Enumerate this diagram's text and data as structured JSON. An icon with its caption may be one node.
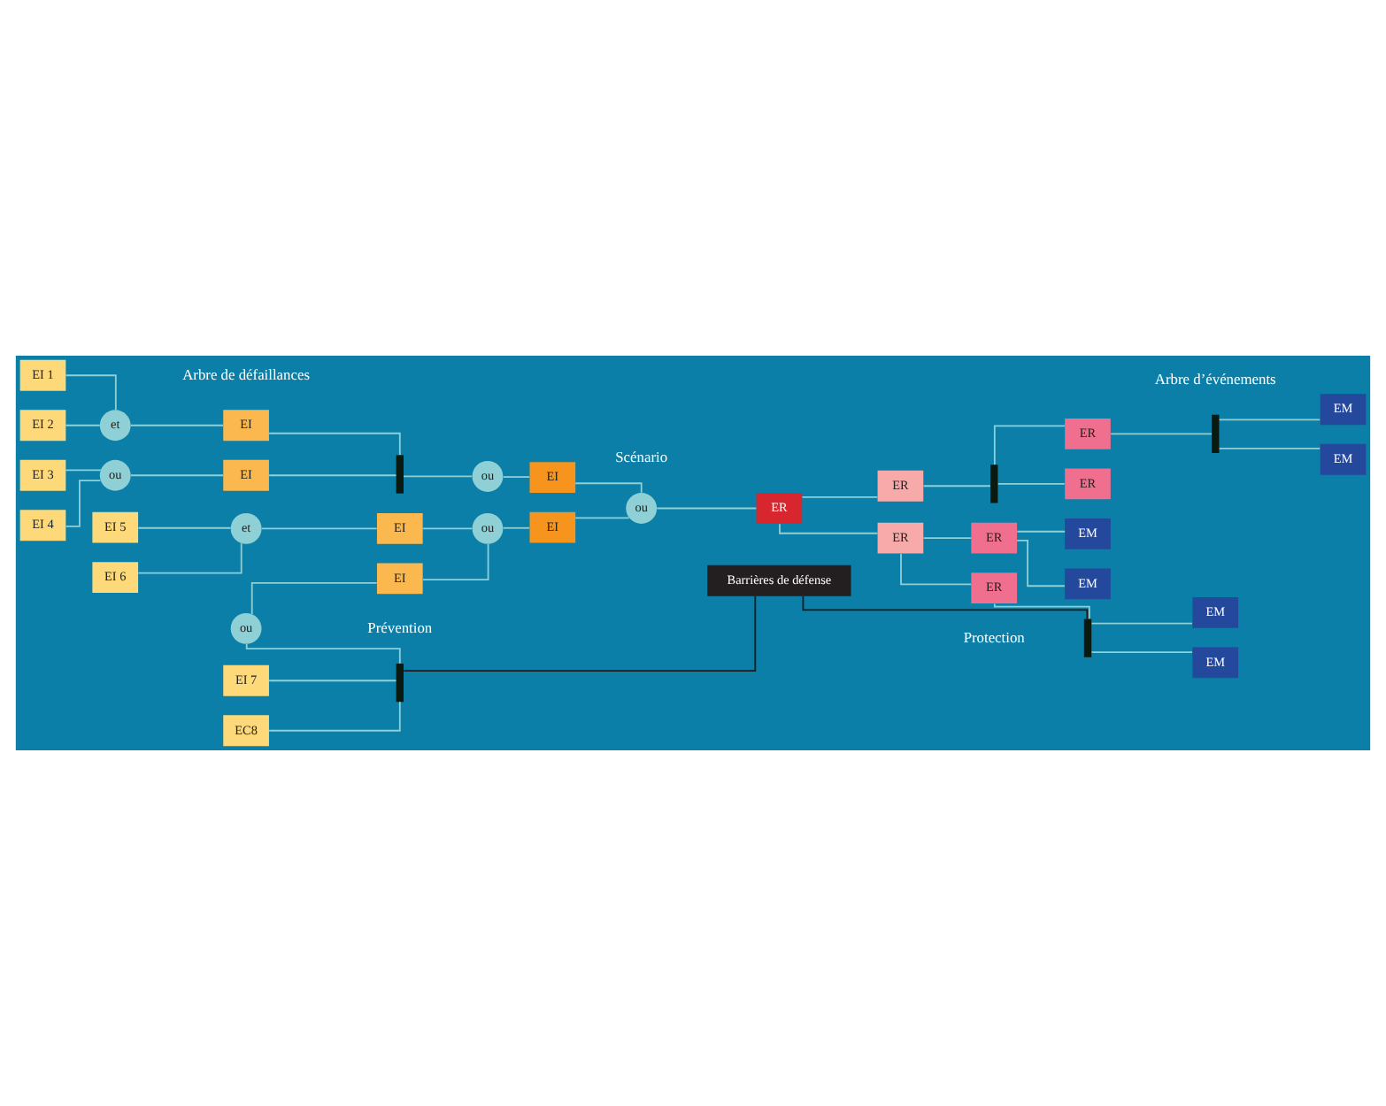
{
  "diagram": {
    "nodes": [
      {
        "text": [
          "EI 1"
        ]
      },
      {
        "text": [
          "EI 2"
        ]
      },
      {
        "text": [
          "et"
        ]
      },
      {
        "text": [
          "EI"
        ]
      },
      {
        "text": [
          "EI 3"
        ]
      },
      {
        "text": [
          "EI 4"
        ]
      },
      {
        "text": [
          "ou"
        ]
      },
      {
        "text": [
          "EI"
        ]
      },
      {
        "text": [
          "EI 5"
        ]
      },
      {
        "text": [
          "EI 6"
        ]
      },
      {
        "text": [
          "et"
        ]
      },
      {
        "text": [
          "EI"
        ]
      },
      {
        "text": [
          "EI 7"
        ]
      },
      {
        "text": [
          "EC8"
        ]
      },
      {
        "text": [
          "ou"
        ]
      },
      {
        "text": [
          "EI"
        ]
      },
      {
        "text": [
          "ou"
        ]
      },
      {
        "text": [
          "EI"
        ]
      },
      {
        "text": [
          "ou"
        ]
      },
      {
        "text": [
          "EI"
        ]
      },
      {
        "text": [
          "ou"
        ]
      },
      {
        "text": [
          "ER"
        ]
      },
      {
        "text": [
          "ER"
        ]
      },
      {
        "text": [
          "ER"
        ]
      },
      {
        "text": [
          "ER"
        ]
      },
      {
        "text": [
          "ER"
        ]
      },
      {
        "text": [
          "ER"
        ]
      },
      {
        "text": [
          "ER"
        ]
      },
      {
        "text": [
          "EM"
        ]
      },
      {
        "text": [
          "EM"
        ]
      },
      {
        "text": [
          "EM"
        ]
      },
      {
        "text": [
          "EM"
        ]
      },
      {
        "text": [
          "EM"
        ]
      },
      {
        "text": [
          "EM"
        ]
      },
      {
        "text": [],
        "shape": "bar"
      },
      {
        "text": [],
        "shape": "bar"
      },
      {
        "text": [],
        "shape": "bar"
      },
      {
        "text": [],
        "shape": "bar"
      },
      {
        "text": [],
        "shape": "bar"
      },
      {
        "text": [
          "Barrières de défense"
        ]
      }
    ],
    "edges": [
      {
        "from": 0,
        "to": 2,
        "arrow": "none"
      },
      {
        "from": 1,
        "to": 2,
        "arrow": "none"
      },
      {
        "from": 2,
        "to": 3,
        "arrow": "none"
      },
      {
        "from": 4,
        "to": 6,
        "arrow": "none"
      },
      {
        "from": 5,
        "to": 6,
        "arrow": "none"
      },
      {
        "from": 6,
        "to": 7,
        "arrow": "none"
      },
      {
        "from": 8,
        "to": 10,
        "arrow": "none"
      },
      {
        "from": 9,
        "to": 10,
        "arrow": "none"
      },
      {
        "from": 10,
        "to": 11,
        "arrow": "none"
      },
      {
        "from": 12,
        "to": 34,
        "arrow": "none"
      },
      {
        "from": 13,
        "to": 34,
        "arrow": "none"
      },
      {
        "from": 34,
        "to": 14,
        "arrow": "none"
      },
      {
        "from": 14,
        "to": 15,
        "arrow": "none"
      },
      {
        "from": 3,
        "to": 35,
        "arrow": "none"
      },
      {
        "from": 7,
        "to": 35,
        "arrow": "none"
      },
      {
        "from": 35,
        "to": 16,
        "arrow": "none"
      },
      {
        "from": 16,
        "to": 17,
        "arrow": "none"
      },
      {
        "from": 11,
        "to": 18,
        "arrow": "none"
      },
      {
        "from": 15,
        "to": 18,
        "arrow": "none"
      },
      {
        "from": 18,
        "to": 19,
        "arrow": "none"
      },
      {
        "from": 17,
        "to": 20,
        "arrow": "none"
      },
      {
        "from": 19,
        "to": 20,
        "arrow": "none"
      },
      {
        "from": 20,
        "to": 21,
        "arrow": "none"
      },
      {
        "from": 21,
        "to": 22,
        "arrow": "none"
      },
      {
        "from": 21,
        "to": 25,
        "arrow": "none"
      },
      {
        "from": 22,
        "to": 36,
        "arrow": "none"
      },
      {
        "from": 36,
        "to": 23,
        "arrow": "none"
      },
      {
        "from": 36,
        "to": 24,
        "arrow": "none"
      },
      {
        "from": 23,
        "to": 37,
        "arrow": "none"
      },
      {
        "from": 37,
        "to": 28,
        "arrow": "none"
      },
      {
        "from": 37,
        "to": 29,
        "arrow": "none"
      },
      {
        "from": 25,
        "to": 26,
        "arrow": "none"
      },
      {
        "from": 25,
        "to": 27,
        "arrow": "none"
      },
      {
        "from": 26,
        "to": 30,
        "arrow": "none"
      },
      {
        "from": 26,
        "to": 31,
        "arrow": "none"
      },
      {
        "from": 27,
        "to": 38,
        "arrow": "none"
      },
      {
        "from": 38,
        "to": 32,
        "arrow": "none"
      },
      {
        "from": 38,
        "to": 33,
        "arrow": "none"
      },
      {
        "from": 39,
        "to": 34,
        "arrow": "none",
        "color": "#1a1a1a"
      },
      {
        "from": 39,
        "to": 38,
        "arrow": "none",
        "color": "#1a1a1a"
      }
    ],
    "labels": [
      "Scénario",
      "Prévention",
      "Protection",
      "Arbre de défaillances",
      "Arbre d’événements"
    ]
  }
}
